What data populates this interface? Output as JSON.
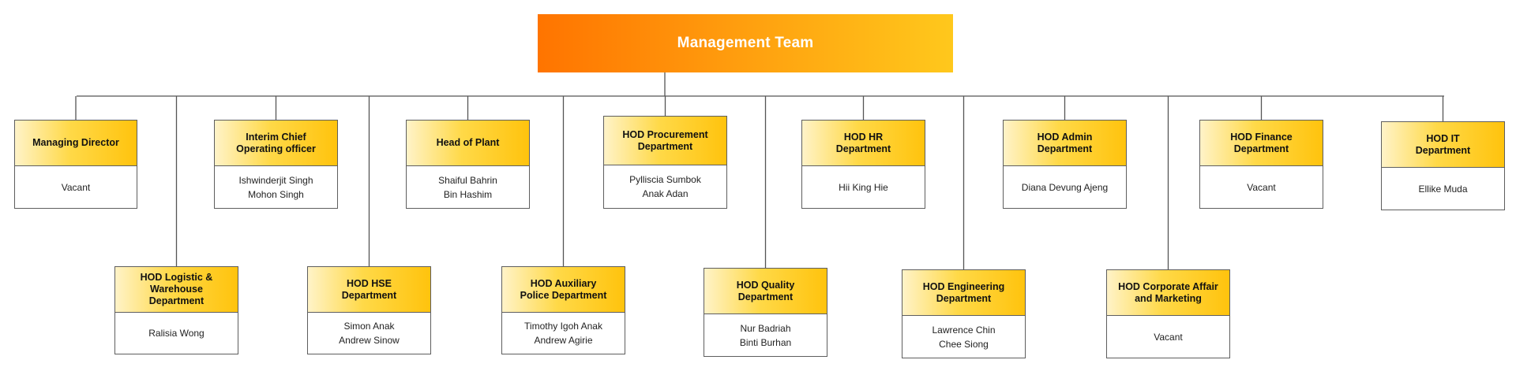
{
  "title": "Management Team",
  "colors": {
    "title_gradient": [
      "#ff7400",
      "#ffc81c"
    ],
    "header_gradient": [
      "#fff3c8",
      "#ffc30d"
    ],
    "line": "#555555"
  },
  "positions": [
    {
      "id": "managing-director",
      "title": "Managing Director",
      "holder": "Vacant",
      "row": 1
    },
    {
      "id": "hod-logistic",
      "title": "HOD Logistic &\nWarehouse\nDepartment",
      "holder": "Ralisia Wong",
      "row": 2
    },
    {
      "id": "interim-coo",
      "title": "Interim Chief\nOperating officer",
      "holder": "Ishwinderjit Singh\nMohon Singh",
      "row": 1
    },
    {
      "id": "hod-hse",
      "title": "HOD HSE\nDepartment",
      "holder": "Simon Anak\nAndrew Sinow",
      "row": 2
    },
    {
      "id": "head-of-plant",
      "title": "Head of Plant",
      "holder": "Shaiful Bahrin\nBin Hashim",
      "row": 1
    },
    {
      "id": "hod-auxiliary-police",
      "title": "HOD Auxiliary\nPolice Department",
      "holder": "Timothy Igoh Anak\nAndrew Agirie",
      "row": 2
    },
    {
      "id": "hod-procurement",
      "title": "HOD Procurement\nDepartment",
      "holder": "Pylliscia Sumbok\nAnak Adan",
      "row": 1
    },
    {
      "id": "hod-quality",
      "title": "HOD Quality\nDepartment",
      "holder": "Nur Badriah\nBinti Burhan",
      "row": 2
    },
    {
      "id": "hod-hr",
      "title": "HOD HR\nDepartment",
      "holder": "Hii King Hie",
      "row": 1
    },
    {
      "id": "hod-engineering",
      "title": "HOD Engineering\nDepartment",
      "holder": "Lawrence Chin\nChee Siong",
      "row": 2
    },
    {
      "id": "hod-admin",
      "title": "HOD Admin\nDepartment",
      "holder": "Diana Devung Ajeng",
      "row": 1
    },
    {
      "id": "hod-corporate-affair",
      "title": "HOD Corporate Affair\nand Marketing",
      "holder": "Vacant",
      "row": 2
    },
    {
      "id": "hod-finance",
      "title": "HOD Finance\nDepartment",
      "holder": "Vacant",
      "row": 1
    },
    {
      "id": "hod-it",
      "title": "HOD IT\nDepartment",
      "holder": "Ellike Muda",
      "row": 1
    }
  ]
}
